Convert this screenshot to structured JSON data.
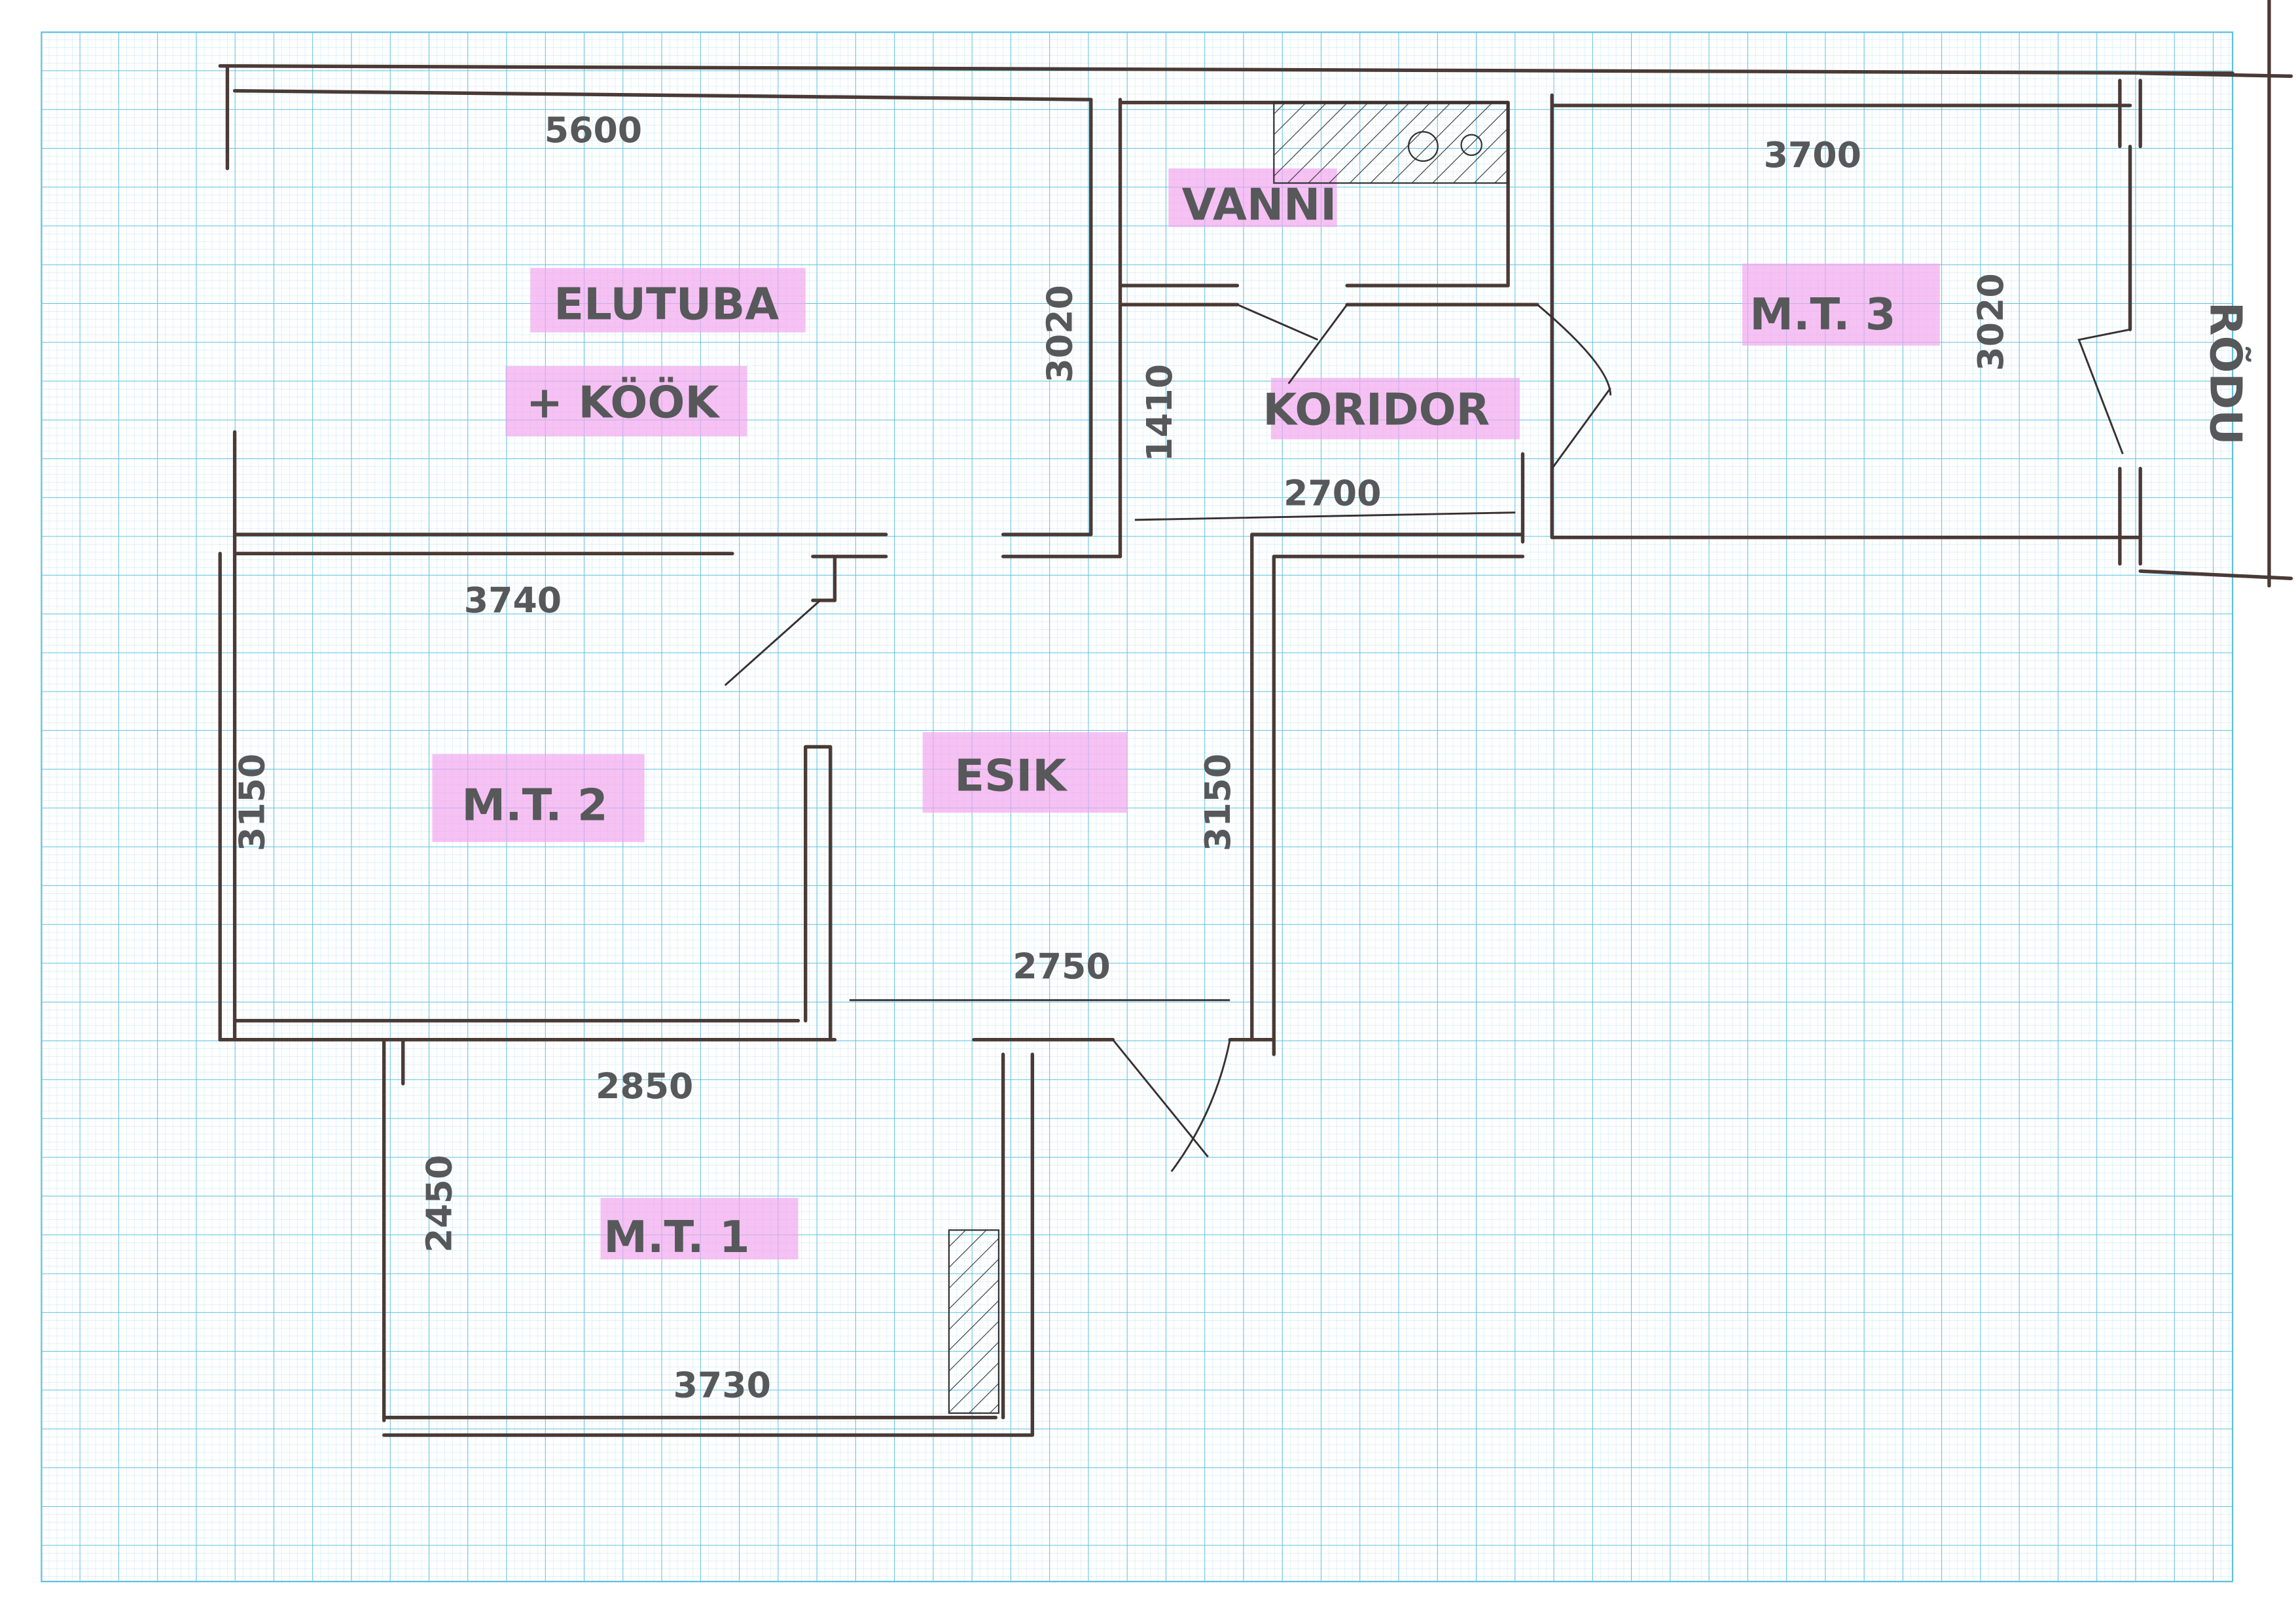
{
  "rooms": {
    "living": "ELUTUBA",
    "kitchen": "+ KÖÖK",
    "bathroom": "VANNI",
    "corridor": "KORIDOR",
    "hall": "ESIK",
    "bedroom1": "M.T. 1",
    "bedroom2": "M.T. 2",
    "bedroom3": "M.T. 3",
    "balcony": "RÕDU"
  },
  "dimensions": {
    "living_width": "5600",
    "living_depth": "3020",
    "living_bottom": "3740",
    "corridor_depth": "1410",
    "corridor_width": "2700",
    "bedroom3_width": "3700",
    "bedroom3_depth": "3020",
    "bedroom2_depth": "3150",
    "hall_depth": "3150",
    "hall_width": "2750",
    "bedroom2_width": "2850",
    "bedroom1_depth": "2450",
    "bedroom1_width": "3730"
  },
  "colors": {
    "grid": "#3fb0d8",
    "ink": "#4a3a36",
    "highlight": "#f2a6ee"
  }
}
